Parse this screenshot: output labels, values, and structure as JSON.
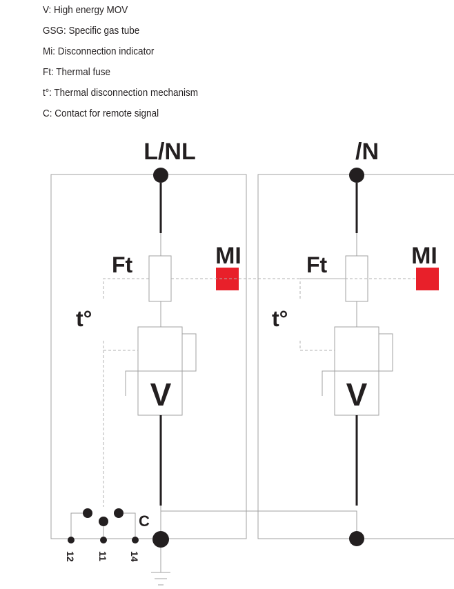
{
  "legend": [
    "V: High energy MOV",
    "GSG: Specific gas tube",
    "Mi: Disconnection indicator",
    "Ft: Thermal fuse",
    "t°: Thermal disconnection mechanism",
    "C: Contact for remote signal"
  ],
  "modules": {
    "left": {
      "title": "L/NL",
      "fuse": "Ft",
      "indicator": "MI",
      "thermal": "t°",
      "mov": "V"
    },
    "right": {
      "title": "/N",
      "fuse": "Ft",
      "indicator": "MI",
      "thermal": "t°",
      "mov": "V"
    }
  },
  "contact": {
    "label": "C",
    "pins": [
      "12",
      "11",
      "14"
    ]
  },
  "colors": {
    "indicator": "#e8202a",
    "ink": "#231f20",
    "wire": "#a0a0a0"
  }
}
